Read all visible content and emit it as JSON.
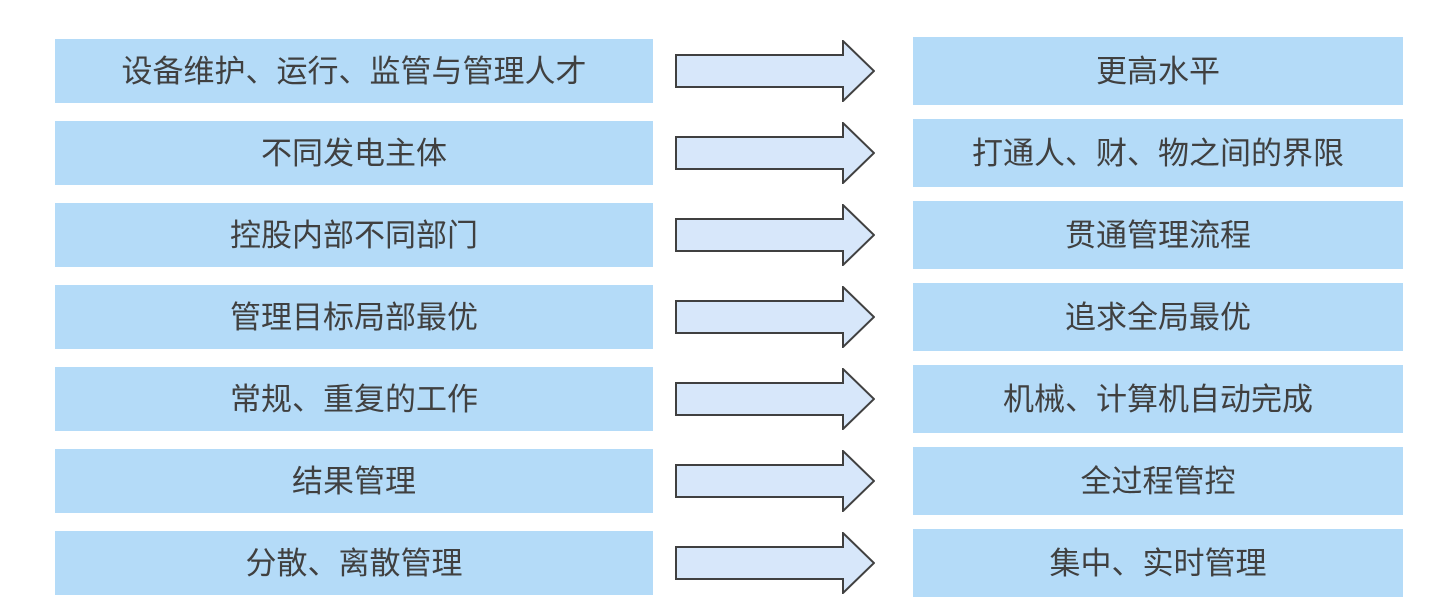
{
  "colors": {
    "box_fill": "#b4dbf8",
    "arrow_fill": "#d7e7fa",
    "outline": "#404040",
    "text": "#404040",
    "background": "#ffffff"
  },
  "icons": {
    "arrow": "right-arrow-icon"
  },
  "rows": [
    {
      "left": "设备维护、运行、监管与管理人才",
      "right": "更高水平"
    },
    {
      "left": "不同发电主体",
      "right": "打通人、财、物之间的界限"
    },
    {
      "left": "控股内部不同部门",
      "right": "贯通管理流程"
    },
    {
      "left": "管理目标局部最优",
      "right": "追求全局最优"
    },
    {
      "left": "常规、重复的工作",
      "right": "机械、计算机自动完成"
    },
    {
      "left": "结果管理",
      "right": "全过程管控"
    },
    {
      "left": "分散、离散管理",
      "right": "集中、实时管理"
    }
  ]
}
